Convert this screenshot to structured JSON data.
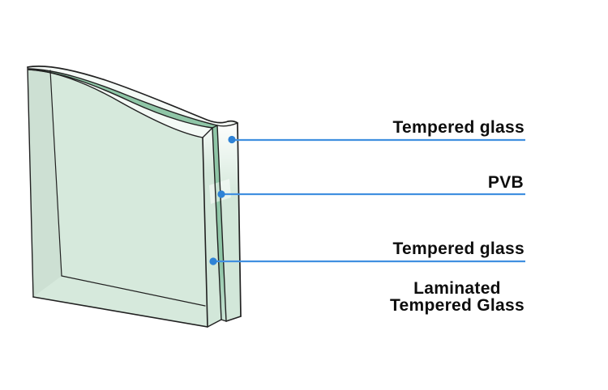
{
  "diagram": {
    "subject": "laminated-tempered-glass-cross-section"
  },
  "callouts": [
    {
      "label": "Tempered glass",
      "target": "outer-glass-pane"
    },
    {
      "label": "PVB",
      "target": "pvb-interlayer"
    },
    {
      "label": "Tempered glass",
      "target": "inner-glass-pane"
    }
  ],
  "caption": {
    "line1": "Laminated",
    "line2": "Tempered Glass"
  },
  "colors": {
    "background": "#ffffff",
    "text": "#0d0d0d",
    "accent_line": "#4190e0",
    "accent_dot": "#2e82d6",
    "glass_face": "#d6e9dc",
    "glass_side": "#d2e7d9",
    "glass_top_white": "#f4faf6",
    "pvb": "#8fc6a7",
    "outline": "#212121"
  }
}
